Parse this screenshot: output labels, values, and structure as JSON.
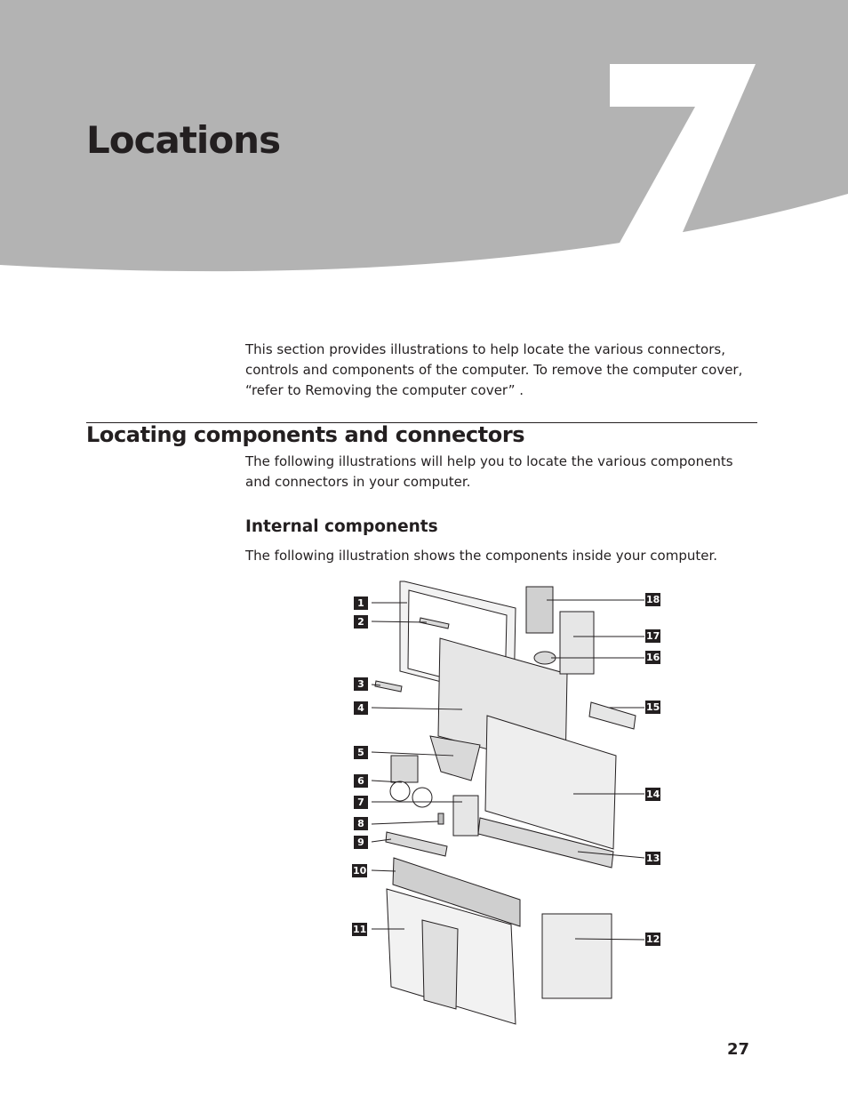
{
  "chapter": {
    "number": "7",
    "title": "Locations"
  },
  "intro": "This section provides illustrations to help locate the various connectors, controls and components of the computer. To remove the computer cover, “refer to  Removing the computer cover” .",
  "section": {
    "heading": "Locating components and connectors",
    "body": "The following illustrations will help you to locate the various components and connectors in your computer."
  },
  "subsection": {
    "heading": "Internal components",
    "body": "The following illustration shows the components inside your computer."
  },
  "callouts": [
    "1",
    "2",
    "3",
    "4",
    "5",
    "6",
    "7",
    "8",
    "9",
    "10",
    "11",
    "12",
    "13",
    "14",
    "15",
    "16",
    "17",
    "18"
  ],
  "page_number": "27",
  "colors": {
    "band": "#b3b3b3",
    "text": "#231f20",
    "callout_bg": "#231f20"
  }
}
